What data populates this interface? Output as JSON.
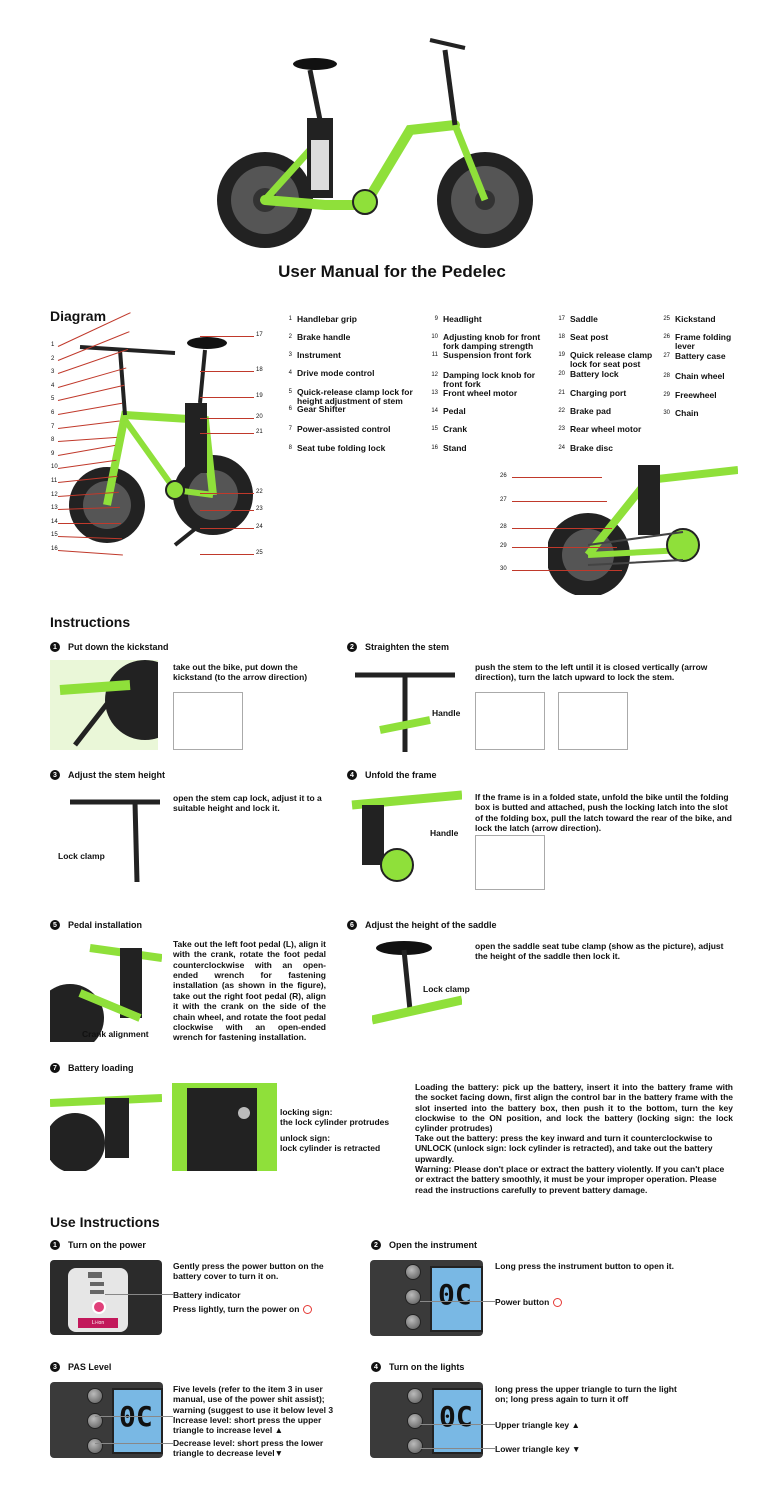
{
  "page_title": "User Manual for the Pedelec",
  "diagram": {
    "heading": "Diagram",
    "parts": [
      {
        "n": "1",
        "label": "Handlebar grip"
      },
      {
        "n": "2",
        "label": "Brake handle"
      },
      {
        "n": "3",
        "label": "Instrument"
      },
      {
        "n": "4",
        "label": "Drive mode control"
      },
      {
        "n": "5",
        "label": "Quick-release clamp lock for height adjustment of stem"
      },
      {
        "n": "6",
        "label": "Gear Shifter"
      },
      {
        "n": "7",
        "label": "Power-assisted control"
      },
      {
        "n": "8",
        "label": "Seat tube folding lock"
      },
      {
        "n": "9",
        "label": "Headlight"
      },
      {
        "n": "10",
        "label": "Adjusting knob for front fork damping strength"
      },
      {
        "n": "11",
        "label": "Suspension front fork"
      },
      {
        "n": "12",
        "label": "Damping lock knob for front fork"
      },
      {
        "n": "13",
        "label": "Front wheel motor"
      },
      {
        "n": "14",
        "label": "Pedal"
      },
      {
        "n": "15",
        "label": "Crank"
      },
      {
        "n": "16",
        "label": "Stand"
      },
      {
        "n": "17",
        "label": "Saddle"
      },
      {
        "n": "18",
        "label": "Seat post"
      },
      {
        "n": "19",
        "label": "Quick release clamp lock for seat post"
      },
      {
        "n": "20",
        "label": "Battery lock"
      },
      {
        "n": "21",
        "label": "Charging port"
      },
      {
        "n": "22",
        "label": "Brake pad"
      },
      {
        "n": "23",
        "label": "Rear wheel motor"
      },
      {
        "n": "24",
        "label": "Brake disc"
      },
      {
        "n": "25",
        "label": "Kickstand"
      },
      {
        "n": "26",
        "label": "Frame folding lever"
      },
      {
        "n": "27",
        "label": "Battery case"
      },
      {
        "n": "28",
        "label": "Chain wheel"
      },
      {
        "n": "29",
        "label": "Freewheel"
      },
      {
        "n": "30",
        "label": "Chain"
      }
    ],
    "left_numbers": [
      "1",
      "2",
      "3",
      "4",
      "5",
      "6",
      "7",
      "8",
      "9",
      "10",
      "11",
      "12",
      "13",
      "14",
      "15",
      "16"
    ],
    "right_numbers": [
      "17",
      "18",
      "19",
      "20",
      "21",
      "22",
      "23",
      "24",
      "25"
    ],
    "detail_numbers": [
      "26",
      "27",
      "28",
      "29",
      "30"
    ]
  },
  "instructions": {
    "heading": "Instructions",
    "steps": [
      {
        "n": "1",
        "title": "Put down the kickstand",
        "text": "take out the bike, put down the kickstand (to the arrow direction)"
      },
      {
        "n": "2",
        "title": "Straighten the stem",
        "text": "push the stem to the left until it is closed vertically (arrow direction), turn the latch upward to lock the stem.",
        "callout": "Handle"
      },
      {
        "n": "3",
        "title": "Adjust the stem height",
        "text": "open the stem cap lock, adjust it to a suitable height and lock it.",
        "callout": "Lock clamp"
      },
      {
        "n": "4",
        "title": "Unfold the frame",
        "text": "If the frame is in a folded state, unfold the bike until the folding box is butted and attached, push the locking latch into the slot of the folding box, pull the latch toward the rear of the bike, and lock the latch (arrow direction).",
        "callout": "Handle"
      },
      {
        "n": "5",
        "title": "Pedal installation",
        "text": "Take out the left foot pedal (L), align it with the crank, rotate the foot pedal counterclockwise with an open-ended wrench for fastening installation (as shown in the figure), take out the right foot pedal (R), align it with the crank on the side of the chain wheel, and rotate the foot pedal clockwise with an open-ended wrench for fastening installation.",
        "callout": "Crank alignment"
      },
      {
        "n": "6",
        "title": "Adjust the height of the saddle",
        "text": "open the saddle seat tube clamp (show as the picture), adjust the height of the saddle then lock it.",
        "callout": "Lock clamp"
      },
      {
        "n": "7",
        "title": "Battery loading",
        "locking_sign": "locking sign:\nthe lock cylinder protrudes",
        "unlock_sign": "unlock sign:\nlock cylinder is retracted",
        "loading": "Loading the battery: pick up the battery, insert it into the battery frame with the socket facing down, first align the control bar in the battery frame with the slot inserted into the battery box, then push it to the bottom, turn the key clockwise to the ON position, and lock the battery (locking sign: the lock cylinder protrudes)",
        "takeout": "Take out the battery: press the key inward and turn it counterclockwise to UNLOCK (unlock sign: lock cylinder is retracted), and take out the battery upwardly.",
        "warning": "Warning: Please don't place or extract the battery violently. If you can't place or extract the battery smoothly, it must be your improper operation. Please read the instructions carefully to prevent battery damage."
      }
    ]
  },
  "use": {
    "heading": "Use Instructions",
    "steps": [
      {
        "n": "1",
        "title": "Turn on the power",
        "text": "Gently press the power button on the battery cover to turn it on.",
        "label1": "Battery indicator",
        "label2": "Press lightly, turn the power on"
      },
      {
        "n": "2",
        "title": "Open the instrument",
        "text": "Long press the instrument button to open it.",
        "label1": "Power button"
      },
      {
        "n": "3",
        "title": "PAS Level",
        "text": "Five levels (refer to the item 3 in user manual, use of the power shit assist); warning (suggest to use it below level 3",
        "label1": "Increase level: short press the upper triangle to increase level ▲",
        "label2": "Decrease level: short press the lower triangle to decrease level▼"
      },
      {
        "n": "4",
        "title": "Turn on the lights",
        "text": "long press the upper triangle to turn the light on; long press again to turn it off",
        "label1": "Upper triangle key ▲",
        "label2": "Lower triangle key ▼"
      }
    ],
    "battery_brand": "Li-ion",
    "lcd_digits": "0C"
  }
}
